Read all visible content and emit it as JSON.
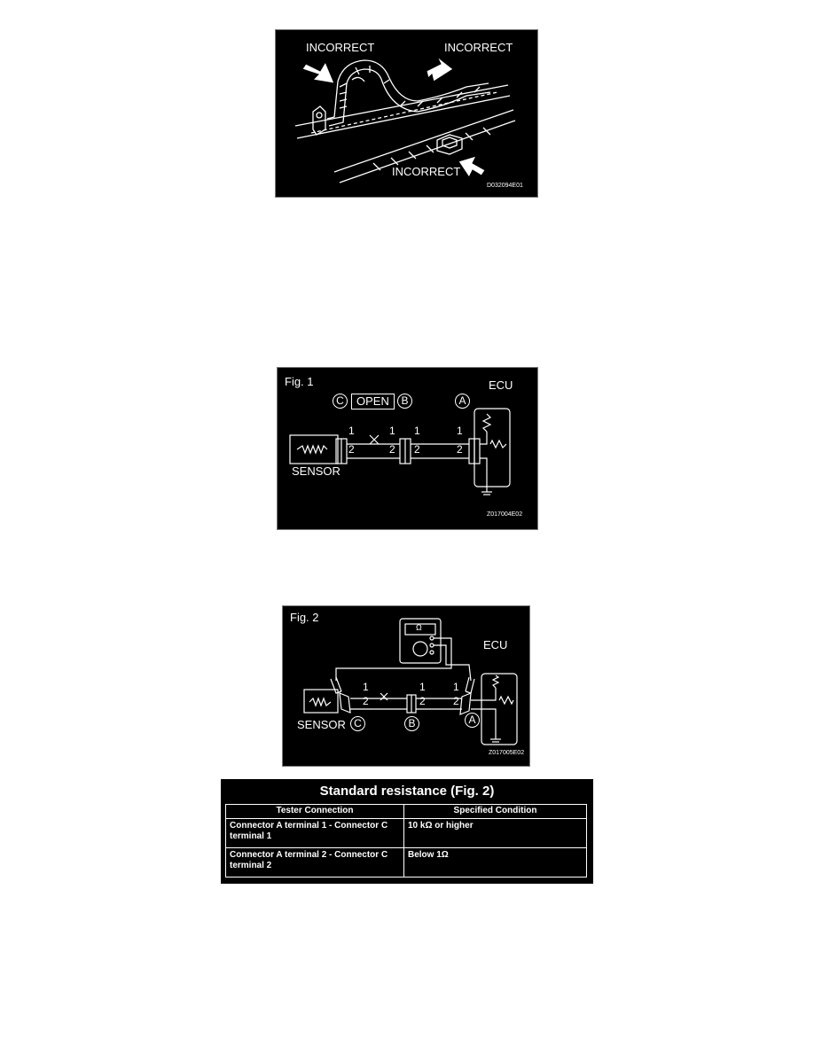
{
  "figure1": {
    "labels": [
      "INCORRECT",
      "INCORRECT",
      "INCORRECT"
    ],
    "code": "D032094E01"
  },
  "figure2": {
    "title": "Fig. 1",
    "ecu": "ECU",
    "open": "OPEN",
    "connectors": [
      "C",
      "B",
      "A"
    ],
    "sensor": "SENSOR",
    "pins": [
      "1",
      "2",
      "1",
      "2",
      "1",
      "2",
      "1",
      "2"
    ],
    "code": "Z017004E02"
  },
  "figure3": {
    "title": "Fig. 2",
    "ohm": "Ω",
    "ecu": "ECU",
    "sensor": "SENSOR",
    "connectors": [
      "C",
      "B",
      "A"
    ],
    "pins": [
      "1",
      "2",
      "1",
      "2",
      "1",
      "2"
    ],
    "code": "Z017005E02"
  },
  "table": {
    "title": "Standard resistance (Fig. 2)",
    "headers": [
      "Tester Connection",
      "Specified Condition"
    ],
    "rows": [
      [
        "Connector A terminal 1 - Connector C terminal 1",
        "10 kΩ or higher"
      ],
      [
        "Connector A terminal 2 - Connector C terminal 2",
        "Below 1Ω"
      ]
    ]
  }
}
